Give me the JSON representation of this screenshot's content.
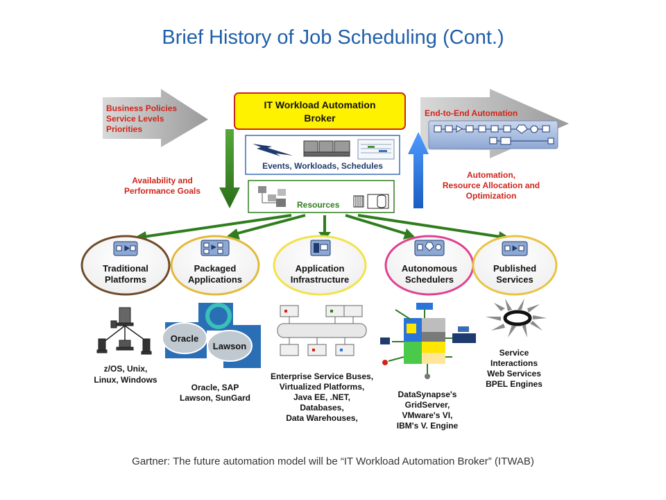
{
  "title": "Brief History of Job Scheduling (Cont.)",
  "broker": {
    "line1": "IT Workload Automation",
    "line2": "Broker"
  },
  "events_label": "Events, Workloads, Schedules",
  "resources_label": "Resources",
  "left_arrow": {
    "line1": "Business Policies",
    "line2": "Service Levels",
    "line3": "Priorities"
  },
  "right_arrow": {
    "label": "End-to-End Automation"
  },
  "goals": {
    "line1": "Availability and",
    "line2": "Performance Goals"
  },
  "automation": {
    "line1": "Automation,",
    "line2": "Resource Allocation and",
    "line3": "Optimization"
  },
  "categories": [
    {
      "line1": "Traditional",
      "line2": "Platforms"
    },
    {
      "line1": "Packaged",
      "line2": "Applications"
    },
    {
      "line1": "Application",
      "line2": "Infrastructure"
    },
    {
      "line1": "Autonomous",
      "line2": "Schedulers"
    },
    {
      "line1": "Published",
      "line2": "Services"
    }
  ],
  "examples": {
    "traditional": [
      "z/OS, Unix,",
      "Linux, Windows"
    ],
    "packaged": [
      "Oracle, SAP",
      "Lawson, SunGard"
    ],
    "infrastructure": [
      "Enterprise Service Buses,",
      "Virtualized Platforms,",
      "Java EE, .NET,",
      "Databases,",
      "Data Warehouses,"
    ],
    "autonomous": [
      "DataSynapse's",
      "GridServer,",
      "VMware's VI,",
      "IBM's V. Engine"
    ],
    "published": [
      "Service",
      "Interactions",
      "Web Services",
      "BPEL Engines"
    ]
  },
  "logos": {
    "oracle": "Oracle",
    "lawson": "Lawson"
  },
  "footer": "Gartner: The future automation model will be “IT Workload Automation Broker” (ITWAB)",
  "colors": {
    "title": "#1f5fa8",
    "red_text": "#d0241a",
    "green_arrow": "#2f7d1e",
    "blue_arrow": "#2a73d8",
    "broker_fill": "#fff200",
    "broker_border": "#d0241a"
  }
}
